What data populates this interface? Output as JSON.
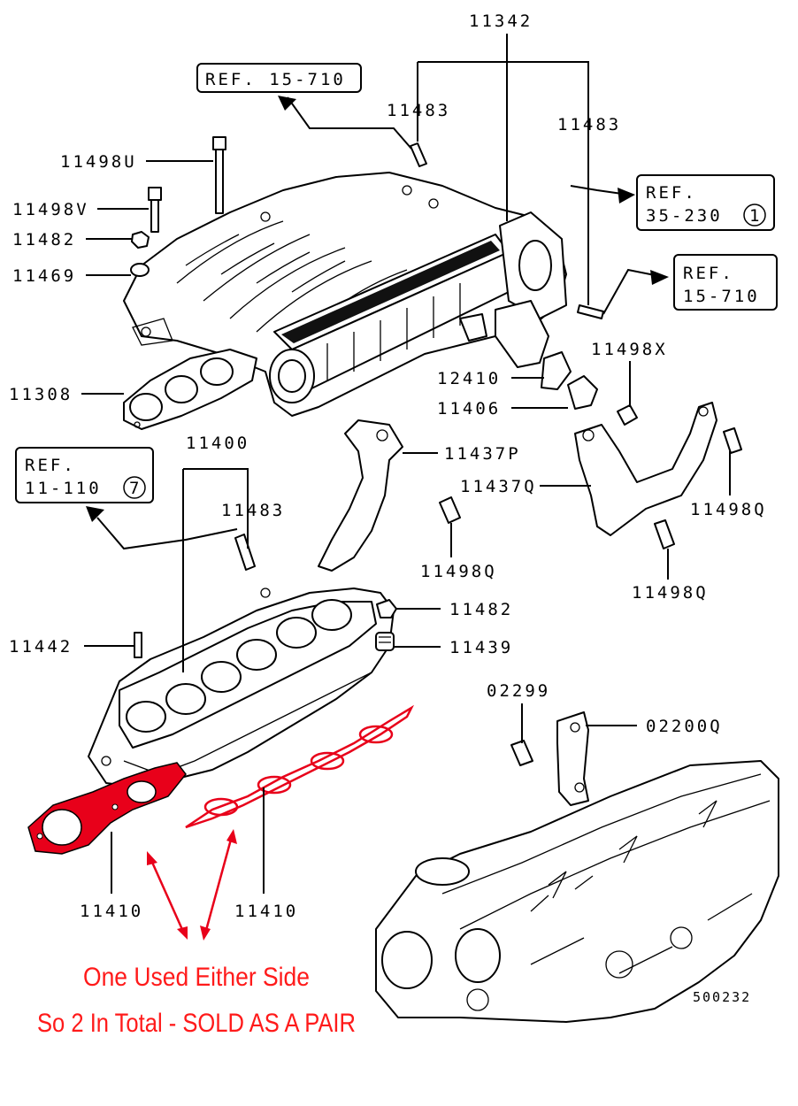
{
  "diagram": {
    "title": "Intake manifold assembly exploded view",
    "diagram_code": "500232",
    "accent_color": "#e8001a",
    "part_labels": [
      {
        "id": "p-11342",
        "text": "11342"
      },
      {
        "id": "p-11483-a",
        "text": "11483"
      },
      {
        "id": "p-11483-b",
        "text": "11483"
      },
      {
        "id": "p-11498u",
        "text": "11498U"
      },
      {
        "id": "p-11498v",
        "text": "11498V"
      },
      {
        "id": "p-11482-a",
        "text": "11482"
      },
      {
        "id": "p-11469",
        "text": "11469"
      },
      {
        "id": "p-11308",
        "text": "11308"
      },
      {
        "id": "p-12410",
        "text": "12410"
      },
      {
        "id": "p-11406",
        "text": "11406"
      },
      {
        "id": "p-11498x",
        "text": "11498X"
      },
      {
        "id": "p-11437p",
        "text": "11437P"
      },
      {
        "id": "p-11437q",
        "text": "11437Q"
      },
      {
        "id": "p-11498q-a",
        "text": "11498Q"
      },
      {
        "id": "p-11498q-b",
        "text": "11498Q"
      },
      {
        "id": "p-11498q-c",
        "text": "11498Q"
      },
      {
        "id": "p-11400",
        "text": "11400"
      },
      {
        "id": "p-11483-c",
        "text": "11483"
      },
      {
        "id": "p-11482-b",
        "text": "11482"
      },
      {
        "id": "p-11439",
        "text": "11439"
      },
      {
        "id": "p-11442",
        "text": "11442"
      },
      {
        "id": "p-02299",
        "text": "02299"
      },
      {
        "id": "p-02200q",
        "text": "02200Q"
      },
      {
        "id": "p-11410-a",
        "text": "11410"
      },
      {
        "id": "p-11410-b",
        "text": "11410"
      }
    ],
    "references": [
      {
        "line1": "REF. 15-710",
        "line2": "",
        "circle": ""
      },
      {
        "line1": "REF.",
        "line2": "35-230",
        "circle": "1"
      },
      {
        "line1": "REF.",
        "line2": "15-710",
        "circle": ""
      },
      {
        "line1": "REF.",
        "line2": "11-110",
        "circle": "7"
      }
    ],
    "annotation": {
      "line1": "One Used Either Side",
      "line2": "So 2 In Total - SOLD AS A PAIR"
    }
  }
}
